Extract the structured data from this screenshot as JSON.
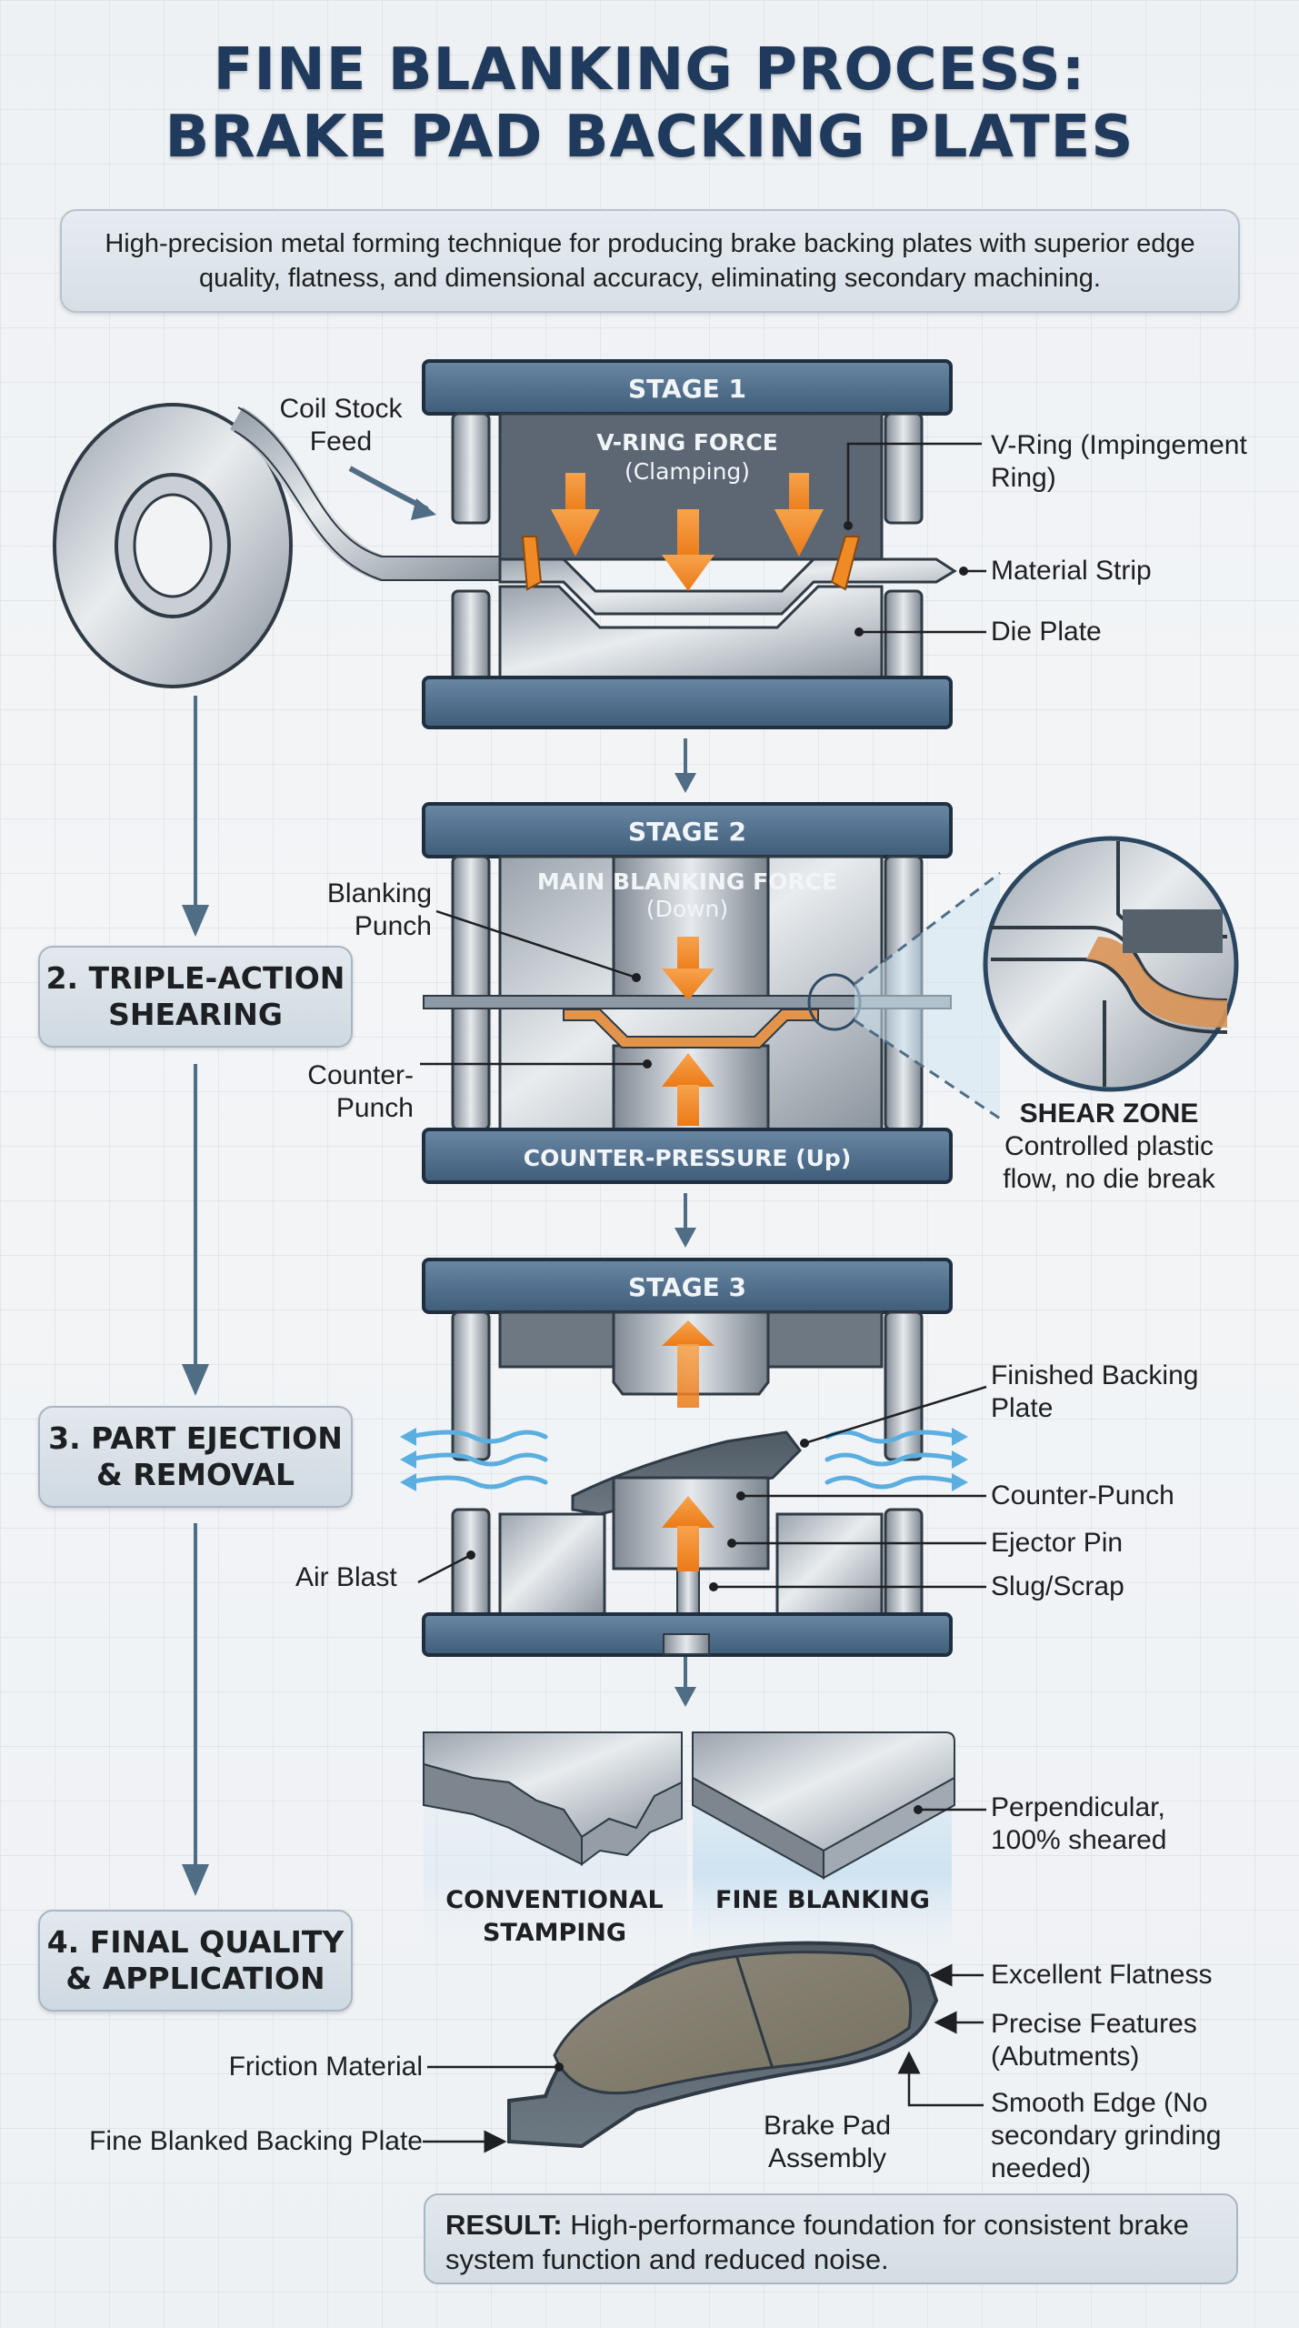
{
  "header": {
    "title_line1": "FINE BLANKING PROCESS:",
    "title_line2": "BRAKE PAD BACKING PLATES",
    "subtitle": "High-precision metal forming technique for producing brake backing plates with superior edge quality, flatness, and dimensional accuracy, eliminating secondary machining."
  },
  "colors": {
    "title": "#1f3a5c",
    "press_steel_blue": "#4f6d8a",
    "force_arrow_orange": "#f08a24",
    "flow_arrow": "#4f6d85",
    "air_blast": "#5aaee0"
  },
  "steps": [
    {
      "label": "2. TRIPLE-ACTION SHEARING"
    },
    {
      "label": "3. PART EJECTION & REMOVAL"
    },
    {
      "label": "4. FINAL QUALITY & APPLICATION"
    }
  ],
  "stage1": {
    "title": "STAGE 1",
    "force_title": "V-RING FORCE",
    "force_sub": "(Clamping)",
    "coil_label": "Coil Stock Feed",
    "callouts": [
      "V-Ring (Impingement Ring)",
      "Material Strip",
      "Die Plate"
    ]
  },
  "stage2": {
    "title": "STAGE 2",
    "force_title": "MAIN BLANKING FORCE",
    "force_sub": "(Down)",
    "counter_pressure": "COUNTER-PRESSURE (Up)",
    "callouts": [
      "Blanking Punch",
      "Counter-Punch"
    ],
    "shear_zone_title": "SHEAR ZONE",
    "shear_zone_desc": "Controlled plastic flow, no die break"
  },
  "stage3": {
    "title": "STAGE 3",
    "callouts": [
      "Finished Backing Plate",
      "Counter-Punch",
      "Ejector Pin",
      "Slug/Scrap",
      "Air Blast"
    ]
  },
  "comparison": {
    "left": "CONVENTIONAL STAMPING",
    "right": "FINE BLANKING",
    "right_callout": "Perpendicular, 100% sheared"
  },
  "brake_pad": {
    "callouts_right": [
      "Excellent Flatness",
      "Precise Features (Abutments)",
      "Smooth Edge (No secondary grinding needed)"
    ],
    "callouts_left": [
      "Friction Material",
      "Fine Blanked Backing Plate"
    ],
    "assembly_label": "Brake Pad Assembly"
  },
  "result": {
    "prefix": "RESULT:",
    "text": " High-performance foundation for consistent brake system function and reduced noise."
  }
}
